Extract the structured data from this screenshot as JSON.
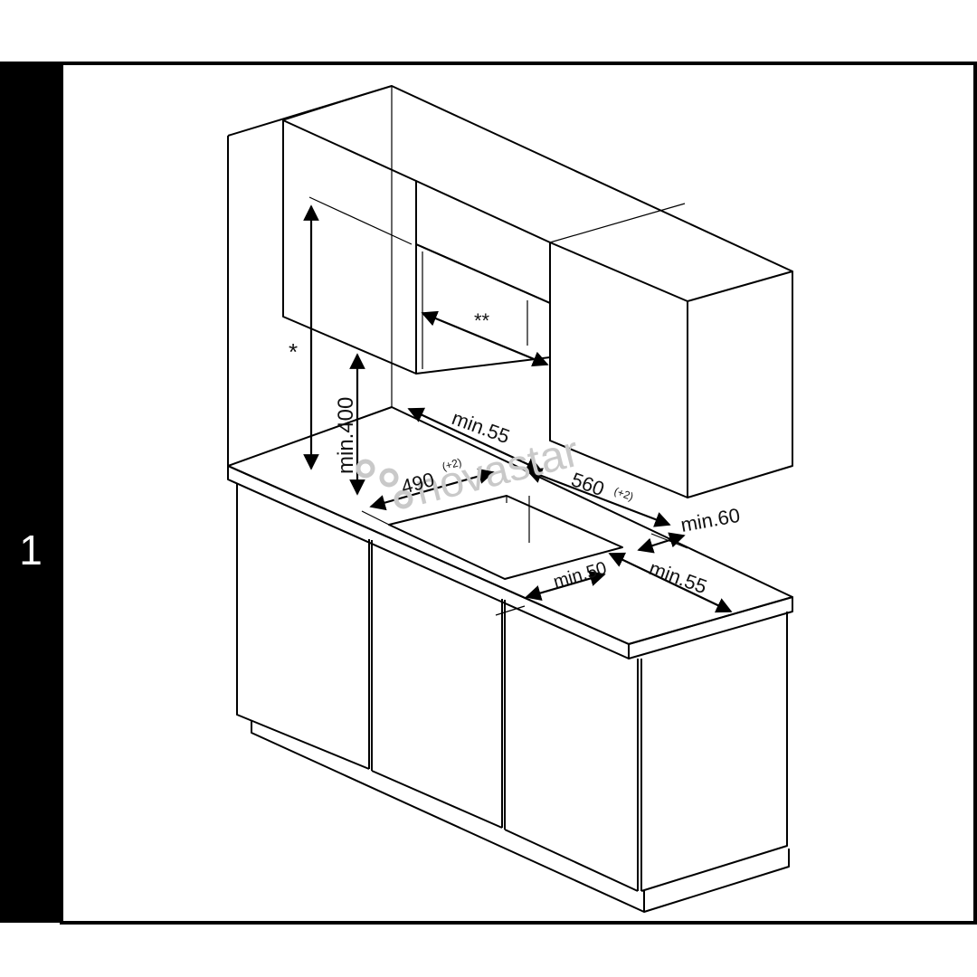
{
  "step": {
    "number": "1"
  },
  "watermark": {
    "text": "novastar"
  },
  "colors": {
    "line": "#000000",
    "background": "#ffffff",
    "watermark": "#c9c9c9"
  },
  "dimensions": {
    "wall_cabinet_height": "*",
    "hood_width": "**",
    "min_height_above_worktop": "min.400",
    "back_clearance": "min.55",
    "cutout_depth": "490",
    "cutout_depth_tolerance": "(+2)",
    "cutout_width": "560",
    "cutout_width_tolerance": "(+2)",
    "right_wall_clearance": "min.60",
    "front_clearance": "min.50",
    "side_clearance": "min.55"
  }
}
